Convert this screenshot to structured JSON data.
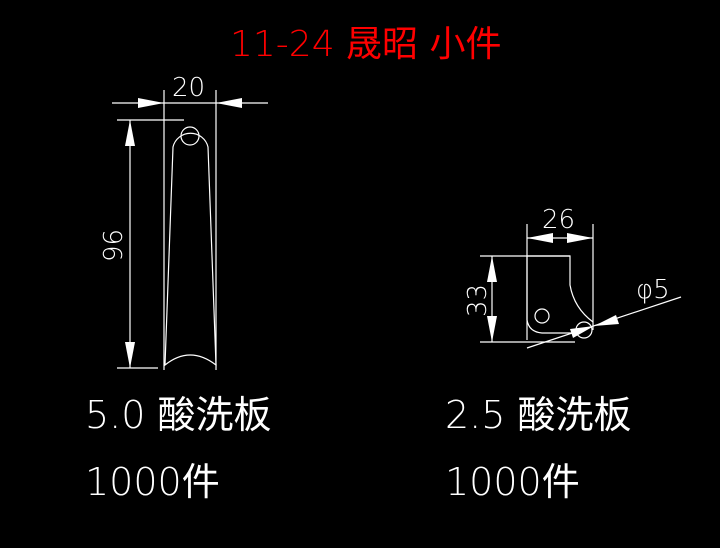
{
  "title": {
    "text": "11-24 晟昭 小件",
    "color": "#ff0000"
  },
  "parts": [
    {
      "width_dim": "20",
      "height_dim": "96",
      "material": "5.0 酸洗板",
      "quantity": "1000件"
    },
    {
      "width_dim": "26",
      "height_dim": "33",
      "hole_dim": "φ5",
      "material": "2.5 酸洗板",
      "quantity": "1000件"
    }
  ],
  "colors": {
    "background": "#000000",
    "lines": "#ffffff"
  }
}
